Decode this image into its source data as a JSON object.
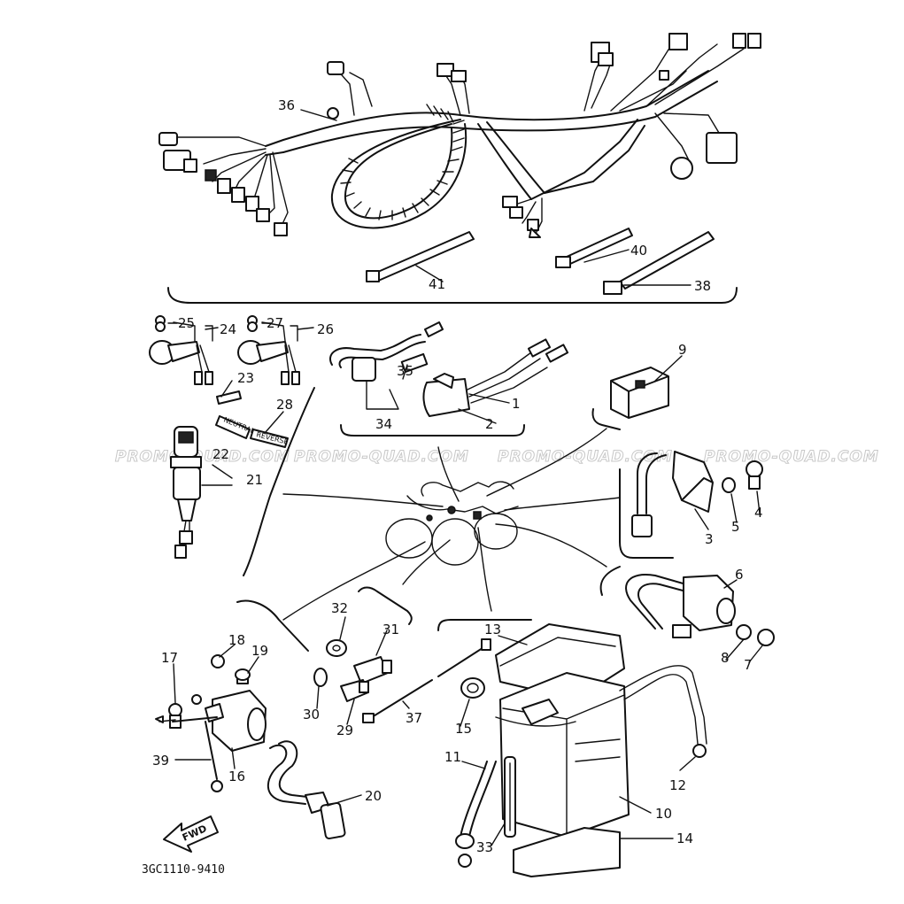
{
  "labels": {
    "p1": "1",
    "p2": "2",
    "p3": "3",
    "p4": "4",
    "p5": "5",
    "p6": "6",
    "p7": "7",
    "p8": "8",
    "p9": "9",
    "p10": "10",
    "p11": "11",
    "p12": "12",
    "p13": "13",
    "p14": "14",
    "p15": "15",
    "p16": "16",
    "p17": "17",
    "p18": "18",
    "p19": "19",
    "p20": "20",
    "p21": "21",
    "p22": "22",
    "p23": "23",
    "p24": "24",
    "p25": "25",
    "p26": "26",
    "p27": "27",
    "p28": "28",
    "p29": "29",
    "p30": "30",
    "p31": "31",
    "p32": "32",
    "p33": "33",
    "p34": "34",
    "p35": "35",
    "p36": "36",
    "p37": "37",
    "p38": "38",
    "p39": "39",
    "p40": "40",
    "p41": "41"
  },
  "watermark": "PROMO-QUAD.COM",
  "diagram_code": "3GC1110-9410",
  "fwd_label": "FWD",
  "tags": {
    "neutral": "NEUTRAL",
    "reverse": "REVERSE"
  }
}
